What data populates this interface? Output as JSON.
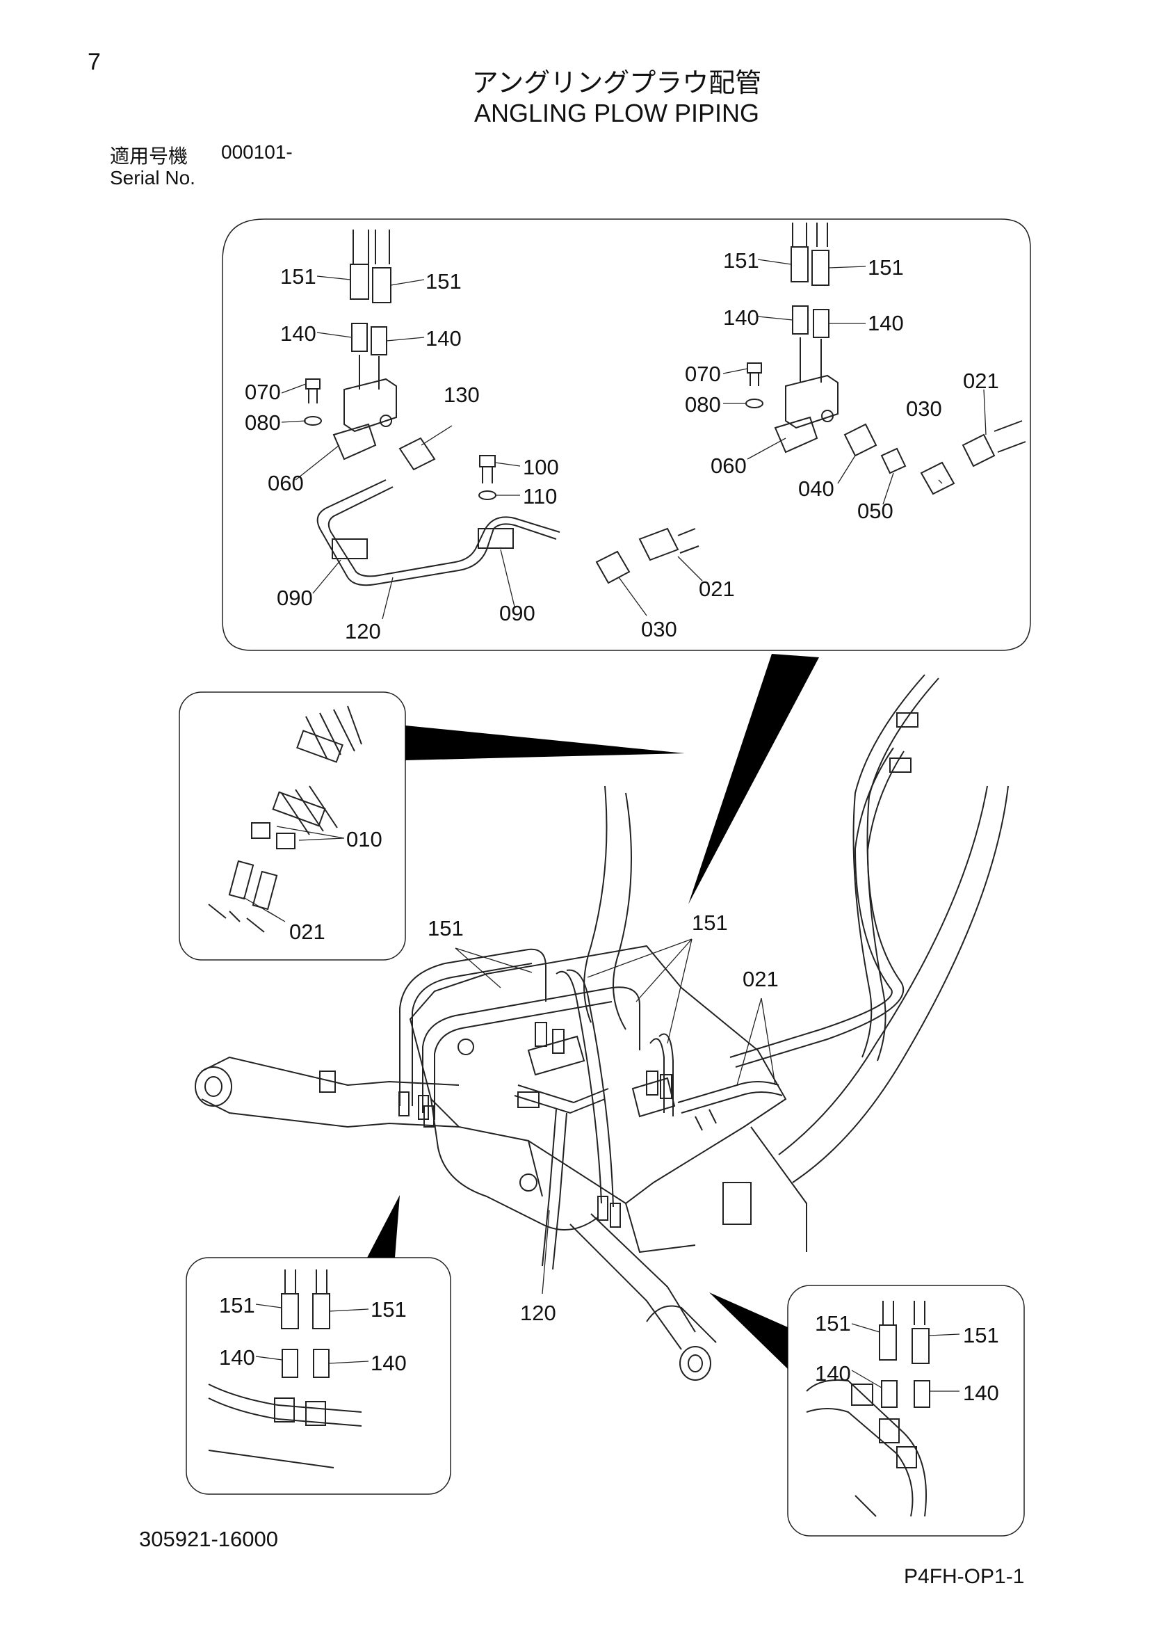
{
  "header": {
    "page_number": "7",
    "title_jp": "アングリングプラウ配管",
    "title_en": "ANGLING PLOW PIPING",
    "serial_label_jp": "適用号機",
    "serial_number": "000101-",
    "serial_label_en": "Serial No."
  },
  "footer": {
    "drawing_number": "305921-16000",
    "sheet_code": "P4FH-OP1-1"
  },
  "callouts": {
    "top_left": {
      "p151a": "151",
      "p151b": "151",
      "p140a": "140",
      "p140b": "140",
      "p070": "070",
      "p080": "080",
      "p060": "060",
      "p130": "130",
      "p100": "100",
      "p110": "110",
      "p090a": "090",
      "p090b": "090",
      "p120": "120",
      "p030": "030",
      "p021": "021"
    },
    "top_right": {
      "p151a": "151",
      "p151b": "151",
      "p140a": "140",
      "p140b": "140",
      "p070": "070",
      "p080": "080",
      "p060": "060",
      "p040": "040",
      "p050": "050",
      "p030": "030",
      "p021": "021"
    },
    "left_detail": {
      "p010": "010",
      "p021": "021"
    },
    "main": {
      "p151a": "151",
      "p151b": "151",
      "p021": "021",
      "p120": "120"
    },
    "bottom_left": {
      "p151a": "151",
      "p151b": "151",
      "p140a": "140",
      "p140b": "140"
    },
    "bottom_right": {
      "p151a": "151",
      "p151b": "151",
      "p140a": "140",
      "p140b": "140"
    }
  }
}
